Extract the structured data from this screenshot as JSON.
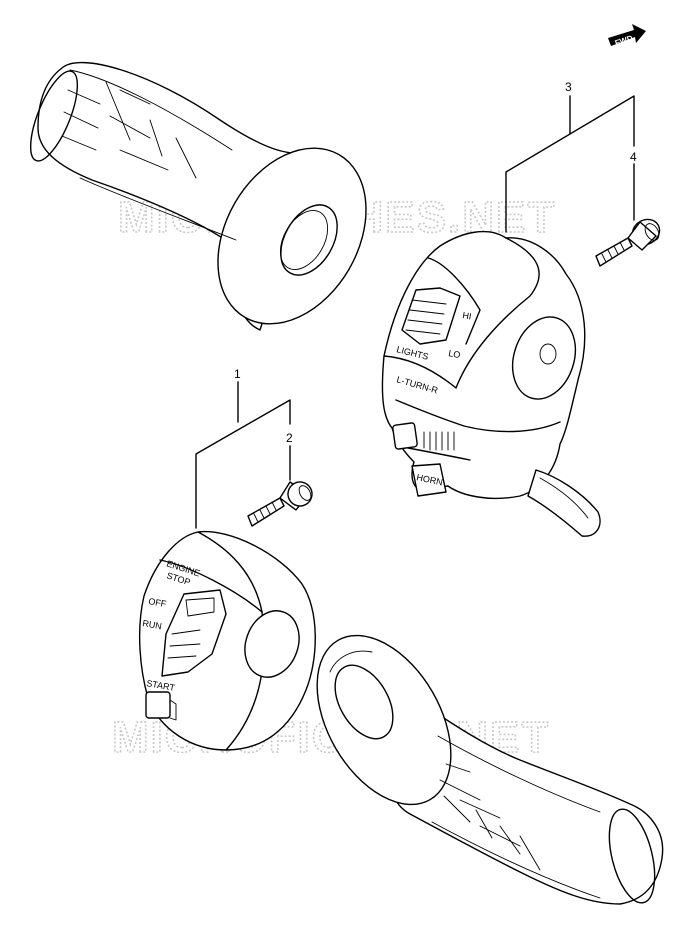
{
  "watermark": "MICROFICHES.NET",
  "fwd_label": "FWD",
  "callouts": {
    "part1": "1",
    "part2": "2",
    "part3": "3",
    "part4": "4"
  },
  "left_switch": {
    "engine_stop_line1": "ENGINE",
    "engine_stop_line2": "STOP",
    "off": "OFF",
    "run": "RUN",
    "start": "START"
  },
  "right_switch": {
    "hi": "HI",
    "lo": "LO",
    "lights": "LIGHTS",
    "turn": "L-TURN-R",
    "horn": "HORN"
  }
}
